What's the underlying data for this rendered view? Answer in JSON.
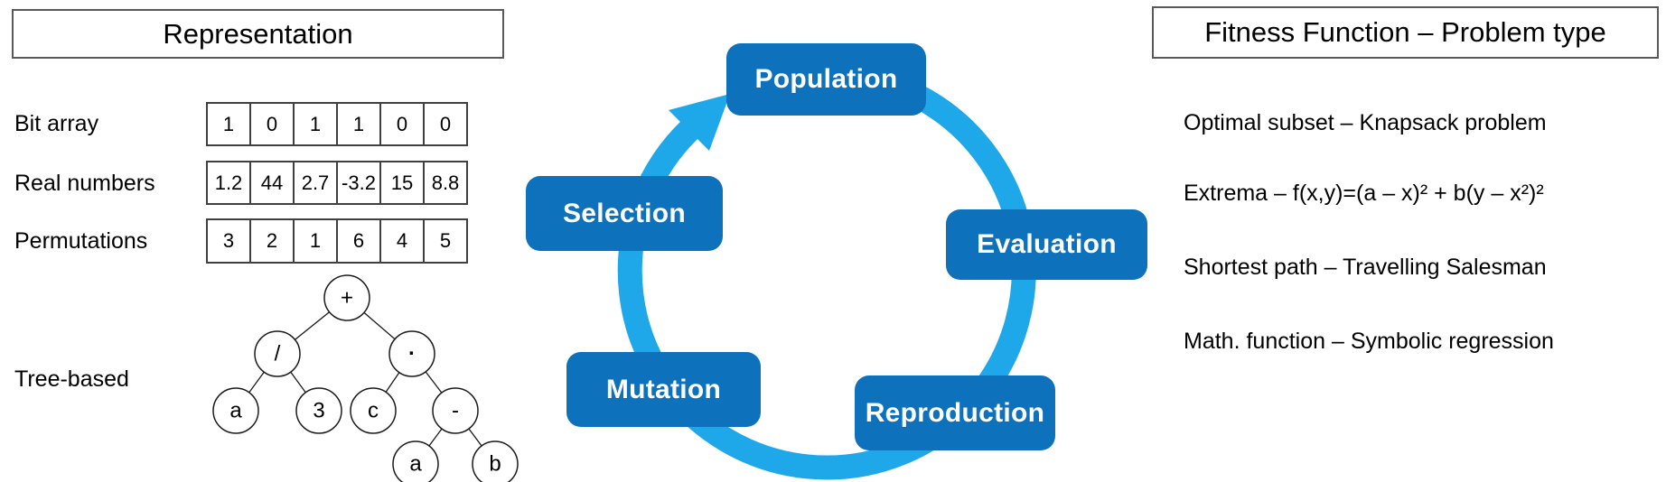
{
  "representation": {
    "title": "Representation",
    "rows": [
      {
        "label": "Bit array",
        "cells": [
          "1",
          "0",
          "1",
          "1",
          "0",
          "0"
        ]
      },
      {
        "label": "Real numbers",
        "cells": [
          "1.2",
          "44",
          "2.7",
          "-3.2",
          "15",
          "8.8"
        ]
      },
      {
        "label": "Permutations",
        "cells": [
          "3",
          "2",
          "1",
          "6",
          "4",
          "5"
        ]
      }
    ],
    "tree_label": "Tree-based",
    "tree_nodes": [
      "+",
      "/",
      "·",
      "a",
      "3",
      "c",
      "-",
      "a",
      "b"
    ]
  },
  "cycle": {
    "stages": [
      "Population",
      "Evaluation",
      "Reproduction",
      "Mutation",
      "Selection"
    ],
    "box_color": "#0d71bc",
    "arc_color": "#1fa8e9",
    "label_color": "#ffffff"
  },
  "fitness": {
    "title": "Fitness Function – Problem type",
    "items": [
      "Optimal subset – Knapsack problem",
      "Extrema –  f(x,y)=(a – x)² + b(y – x²)²",
      "Shortest path – Travelling Salesman",
      "Math. function – Symbolic regression"
    ]
  }
}
